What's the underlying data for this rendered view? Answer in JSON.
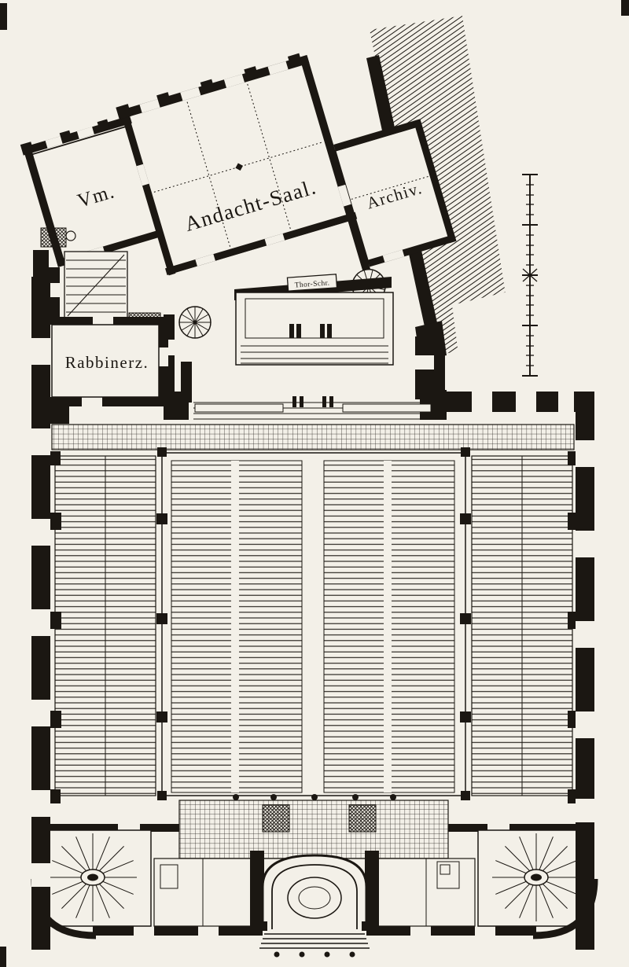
{
  "meta": {
    "paper_color": "#f3f0e8",
    "ink_color": "#1b1712"
  },
  "labels": {
    "vm": "Vm.",
    "andacht_saal": "Andacht-Saal.",
    "archiv": "Archiv.",
    "rabbinerz": "Rabbinerz.",
    "thor_schr": "Thor-Schr."
  }
}
